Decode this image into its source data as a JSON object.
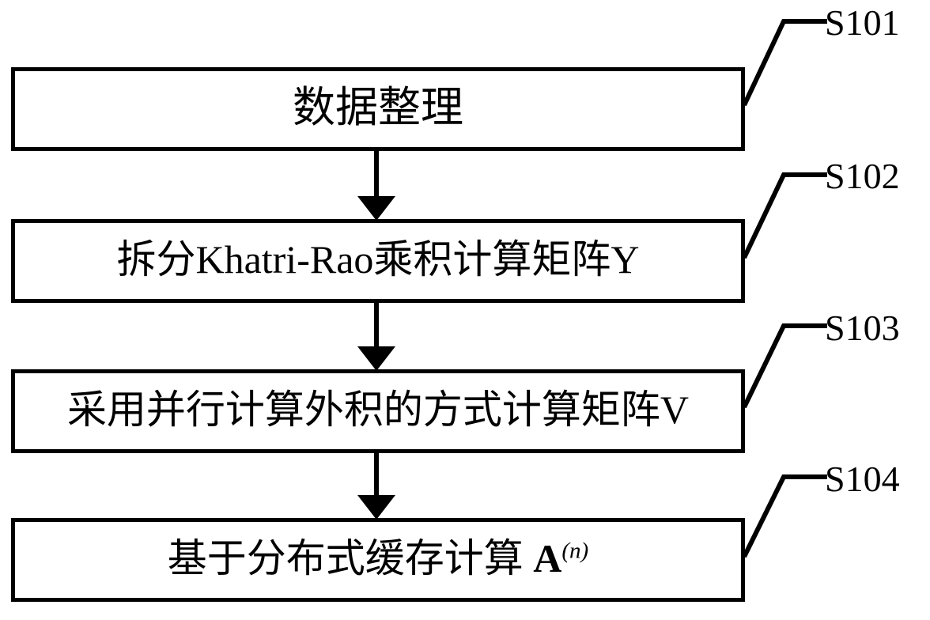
{
  "diagram": {
    "type": "flowchart",
    "orientation": "vertical",
    "title": "",
    "colors": {
      "stroke": "#000000",
      "background": "#ffffff",
      "text": "#000000"
    },
    "steps": [
      {
        "id": "S101",
        "tag": "S101",
        "label": "数据整理",
        "label_html": "数据整理"
      },
      {
        "id": "S102",
        "tag": "S102",
        "label": "拆分Khatri-Rao乘积计算矩阵Y",
        "label_html": "拆分Khatri-Rao乘积计算矩阵Y"
      },
      {
        "id": "S103",
        "tag": "S103",
        "label": "采用并行计算外积的方式计算矩阵V",
        "label_html": "采用并行计算外积的方式计算矩阵V"
      },
      {
        "id": "S104",
        "tag": "S104",
        "label": "基于分布式缓存计算 A(n)",
        "label_prefix": "基于分布式缓存计算 ",
        "label_symbol": "A",
        "label_superscript": "(n)"
      }
    ],
    "connectors": [
      {
        "from": "S101",
        "to": "S102",
        "style": "solid-arrow-down"
      },
      {
        "from": "S102",
        "to": "S103",
        "style": "solid-arrow-down"
      },
      {
        "from": "S103",
        "to": "S104",
        "style": "solid-arrow-down"
      }
    ],
    "callouts": [
      {
        "tag": "S101",
        "anchor": "box-right-edge",
        "style": "elbow-leader"
      },
      {
        "tag": "S102",
        "anchor": "box-right-edge",
        "style": "elbow-leader"
      },
      {
        "tag": "S103",
        "anchor": "box-right-edge",
        "style": "elbow-leader"
      },
      {
        "tag": "S104",
        "anchor": "box-right-edge",
        "style": "elbow-leader"
      }
    ]
  }
}
